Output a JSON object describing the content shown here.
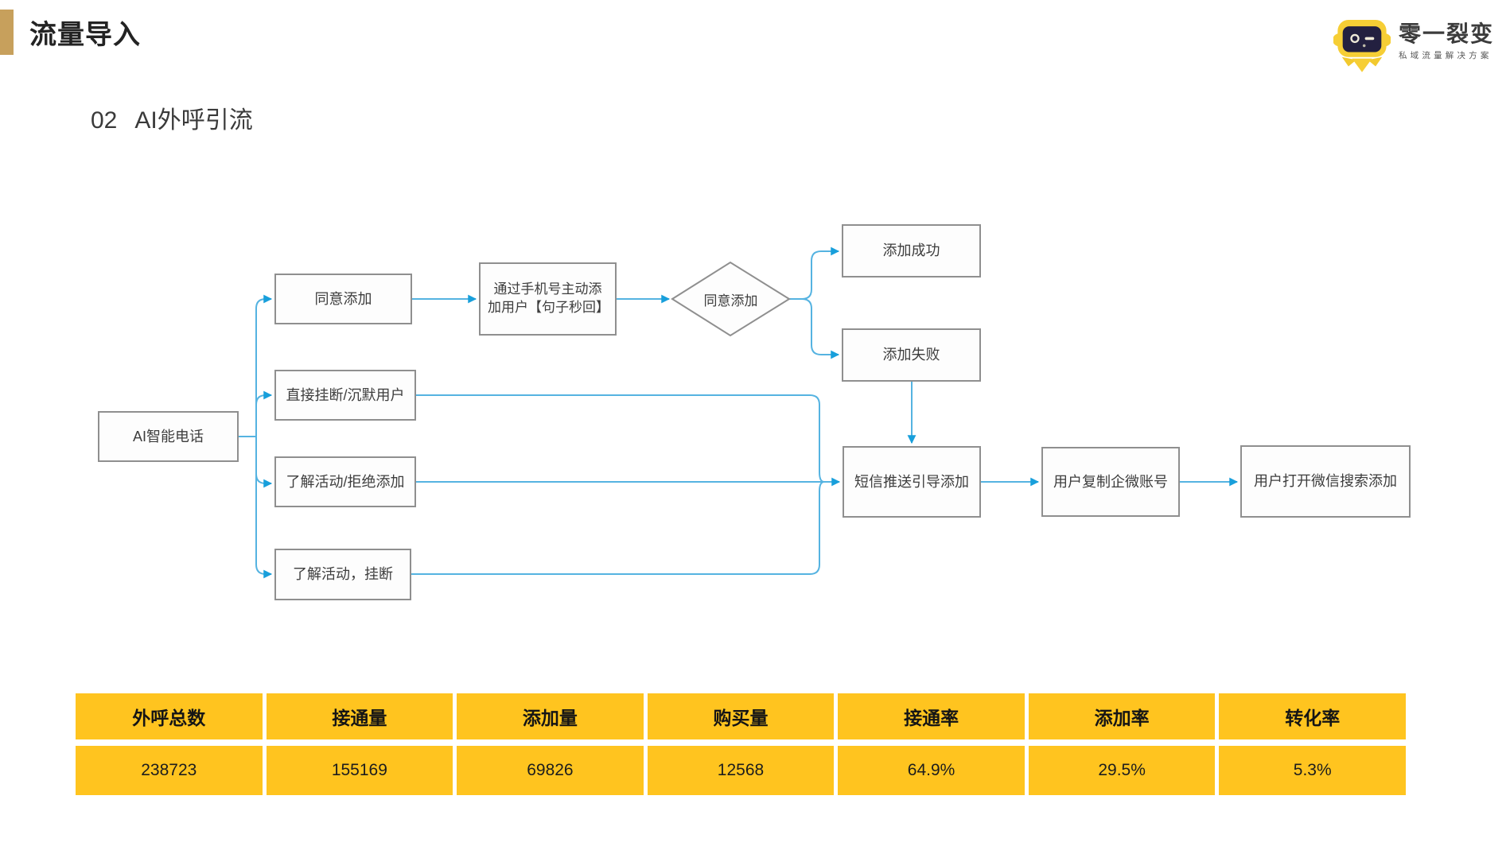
{
  "slide": {
    "title": "流量导入",
    "section_number": "02",
    "section_title": "AI外呼引流"
  },
  "logo": {
    "brand": "零一裂变",
    "tagline": "私域流量解决方案"
  },
  "colors": {
    "accent_gold": "#c7a05c",
    "table_yellow": "#ffc41f",
    "flow_line_blue": "#55b3e1",
    "arrow_blue": "#189fdb",
    "box_border_gray": "#8f8f8f",
    "logo_yellow": "#f6ce35",
    "logo_face_navy": "#232040"
  },
  "flowchart": {
    "nodes": {
      "start": "AI智能电话",
      "agree_add": "同意添加",
      "hangup_silent": "直接挂断/沉默用户",
      "know_refuse": "了解活动/拒绝添加",
      "know_hangup": "了解活动，挂断",
      "add_via_phone": "通过手机号主动添加用户【句子秒回】",
      "decision_agree": "同意添加",
      "add_success": "添加成功",
      "add_fail": "添加失败",
      "sms_push": "短信推送引导添加",
      "copy_account": "用户复制企微账号",
      "open_wechat": "用户打开微信搜索添加"
    }
  },
  "table": {
    "headers": [
      "外呼总数",
      "接通量",
      "添加量",
      "购买量",
      "接通率",
      "添加率",
      "转化率"
    ],
    "values": [
      "238723",
      "155169",
      "69826",
      "12568",
      "64.9%",
      "29.5%",
      "5.3%"
    ]
  }
}
